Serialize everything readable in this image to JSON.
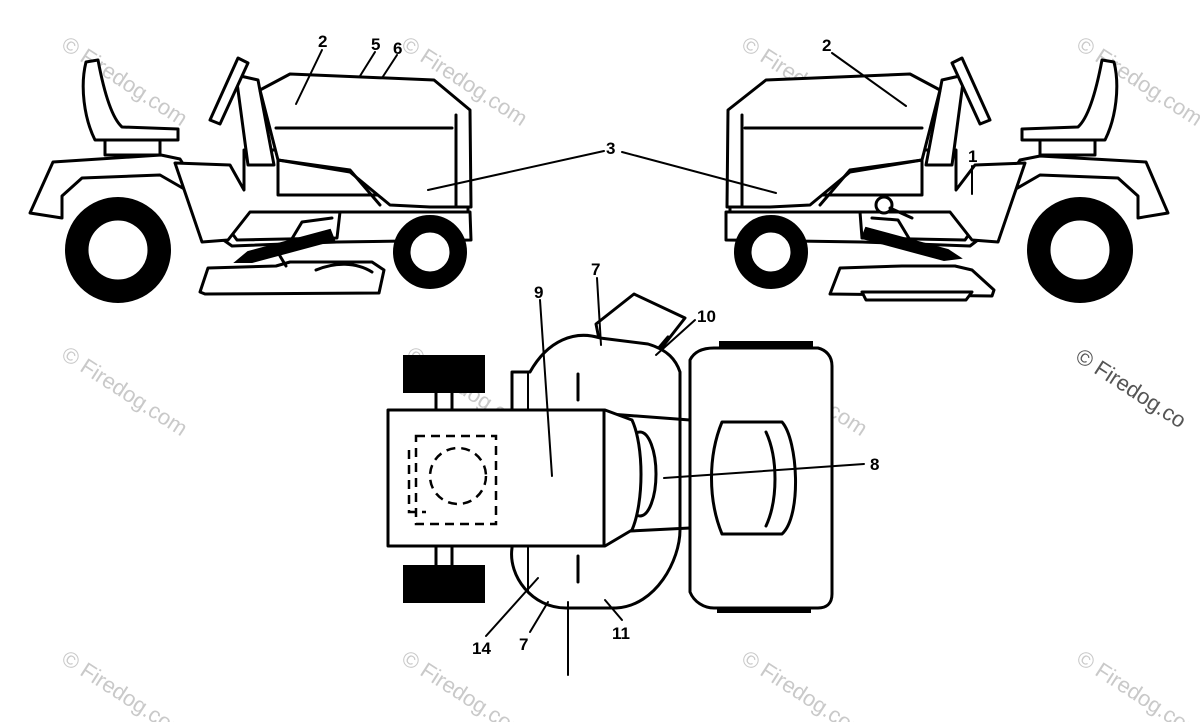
{
  "callouts": {
    "c1": "1",
    "c2_left": "2",
    "c2_right": "2",
    "c3": "3",
    "c5": "5",
    "c6": "6",
    "c7_top": "7",
    "c7_bottom": "7",
    "c8": "8",
    "c9": "9",
    "c10": "10",
    "c11": "11",
    "c14": "14"
  },
  "watermark": {
    "text": "© Firedog.com",
    "corner_text": "© Firedog.co"
  }
}
